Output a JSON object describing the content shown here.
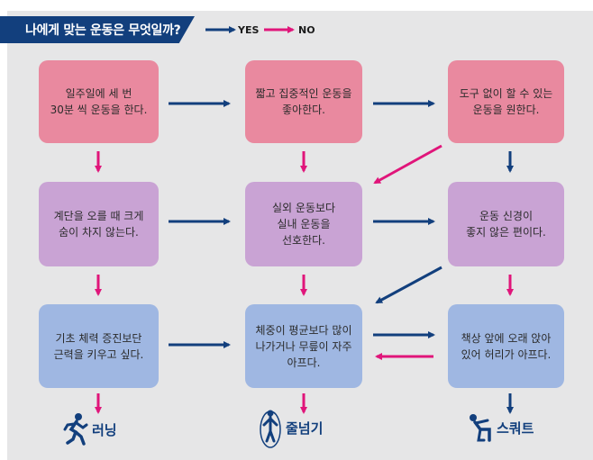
{
  "title": "나에게 맞는 운동은 무엇일까?",
  "legend": {
    "yes": "YES",
    "no": "NO",
    "yes_color": "#123f7d",
    "no_color": "#e0157a"
  },
  "boxes": {
    "r1c1": "일주일에 세 번\n30분 씩 운동을 한다.",
    "r1c2": "짧고 집중적인 운동을\n좋아한다.",
    "r1c3": "도구 없이 할 수 있는\n운동을 원한다.",
    "r2c1": "계단을 오를 때 크게\n숨이 차지 않는다.",
    "r2c2": "실외 운동보다\n실내 운동을\n선호한다.",
    "r2c3": "운동 신경이\n좋지 않은 편이다.",
    "r3c1": "기초 체력 증진보단\n근력을 키우고 싶다.",
    "r3c2": "체중이 평균보다 많이\n나가거나 무릎이 자주\n아프다.",
    "r3c3": "책상 앞에 오래 앉아\n있어 허리가 아프다."
  },
  "results": {
    "running": "러닝",
    "jumprope": "줄넘기",
    "squat": "스쿼트"
  },
  "icons": {
    "running": "runner-icon",
    "jumprope": "jump-rope-icon",
    "squat": "squat-icon"
  }
}
